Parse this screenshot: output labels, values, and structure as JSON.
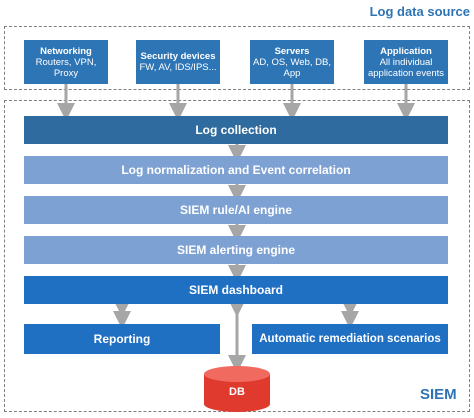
{
  "log_source": {
    "title": "Log data source",
    "sources": [
      {
        "title": "Networking",
        "desc": "Routers, VPN, Proxy"
      },
      {
        "title": "Security devices",
        "desc": "FW, AV, IDS/IPS..."
      },
      {
        "title": "Servers",
        "desc": "AD, OS, Web, DB, App"
      },
      {
        "title": "Application",
        "desc": "All individual application events"
      }
    ]
  },
  "siem": {
    "label": "SIEM",
    "layers": {
      "collection": "Log collection",
      "normalization": "Log normalization and Event correlation",
      "rule_engine": "SIEM rule/AI engine",
      "alerting": "SIEM alerting engine",
      "dashboard": "SIEM dashboard"
    },
    "outputs": {
      "reporting": "Reporting",
      "remediation": "Automatic remediation scenarios"
    },
    "db": "DB"
  },
  "colors": {
    "accent_text": "#2e74b5",
    "source_box": "#2e75b6",
    "collection": "#2f6b9e",
    "light_layer": "#7ea1d3",
    "dashboard": "#1f6fc3",
    "db": "#e03a2f",
    "arrow": "#a6a6a6"
  }
}
